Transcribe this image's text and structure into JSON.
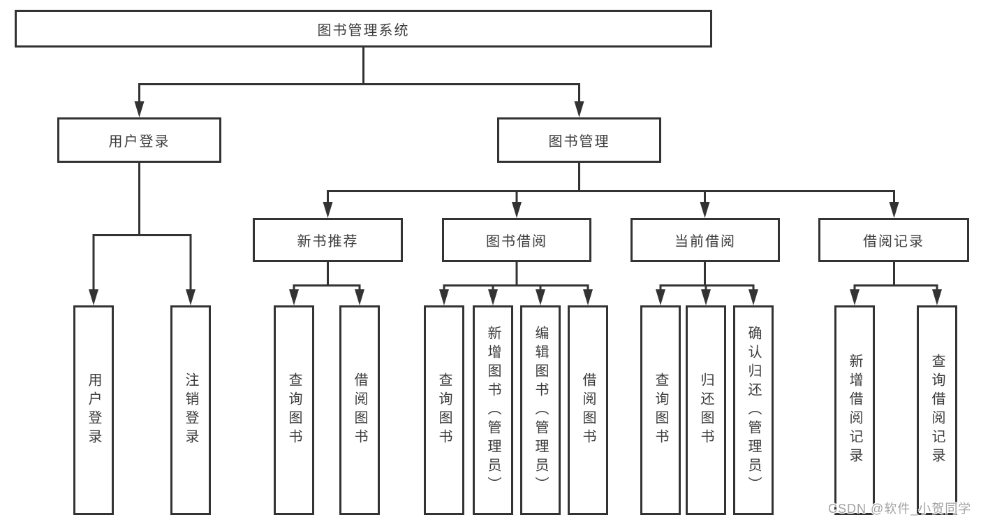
{
  "diagram": {
    "title_node": {
      "label": "图书管理系统"
    },
    "level2": [
      {
        "label": "用户登录"
      },
      {
        "label": "图书管理"
      }
    ],
    "level3": [
      {
        "label": "新书推荐",
        "parent": "图书管理"
      },
      {
        "label": "图书借阅",
        "parent": "图书管理"
      },
      {
        "label": "当前借阅",
        "parent": "图书管理"
      },
      {
        "label": "借阅记录",
        "parent": "图书管理"
      }
    ],
    "leaves": [
      {
        "label": "用户登录",
        "parent": "用户登录"
      },
      {
        "label": "注销登录",
        "parent": "用户登录"
      },
      {
        "label": "查询图书",
        "parent": "新书推荐"
      },
      {
        "label": "借阅图书",
        "parent": "新书推荐"
      },
      {
        "label": "查询图书",
        "parent": "图书借阅"
      },
      {
        "label": "新增图书（管理员）",
        "parent": "图书借阅"
      },
      {
        "label": "编辑图书（管理员）",
        "parent": "图书借阅"
      },
      {
        "label": "借阅图书",
        "parent": "图书借阅"
      },
      {
        "label": "查询图书",
        "parent": "当前借阅"
      },
      {
        "label": "归还图书",
        "parent": "当前借阅"
      },
      {
        "label": "确认归还（管理员）",
        "parent": "当前借阅"
      },
      {
        "label": "新增借阅记录",
        "parent": "借阅记录"
      },
      {
        "label": "查询借阅记录",
        "parent": "借阅记录"
      }
    ],
    "colors": {
      "line": "#333333",
      "text": "#3c3c3c",
      "background": "#ffffff",
      "watermark": "#9e9e9e"
    },
    "watermark": "CSDN @软件_小贺同学"
  }
}
